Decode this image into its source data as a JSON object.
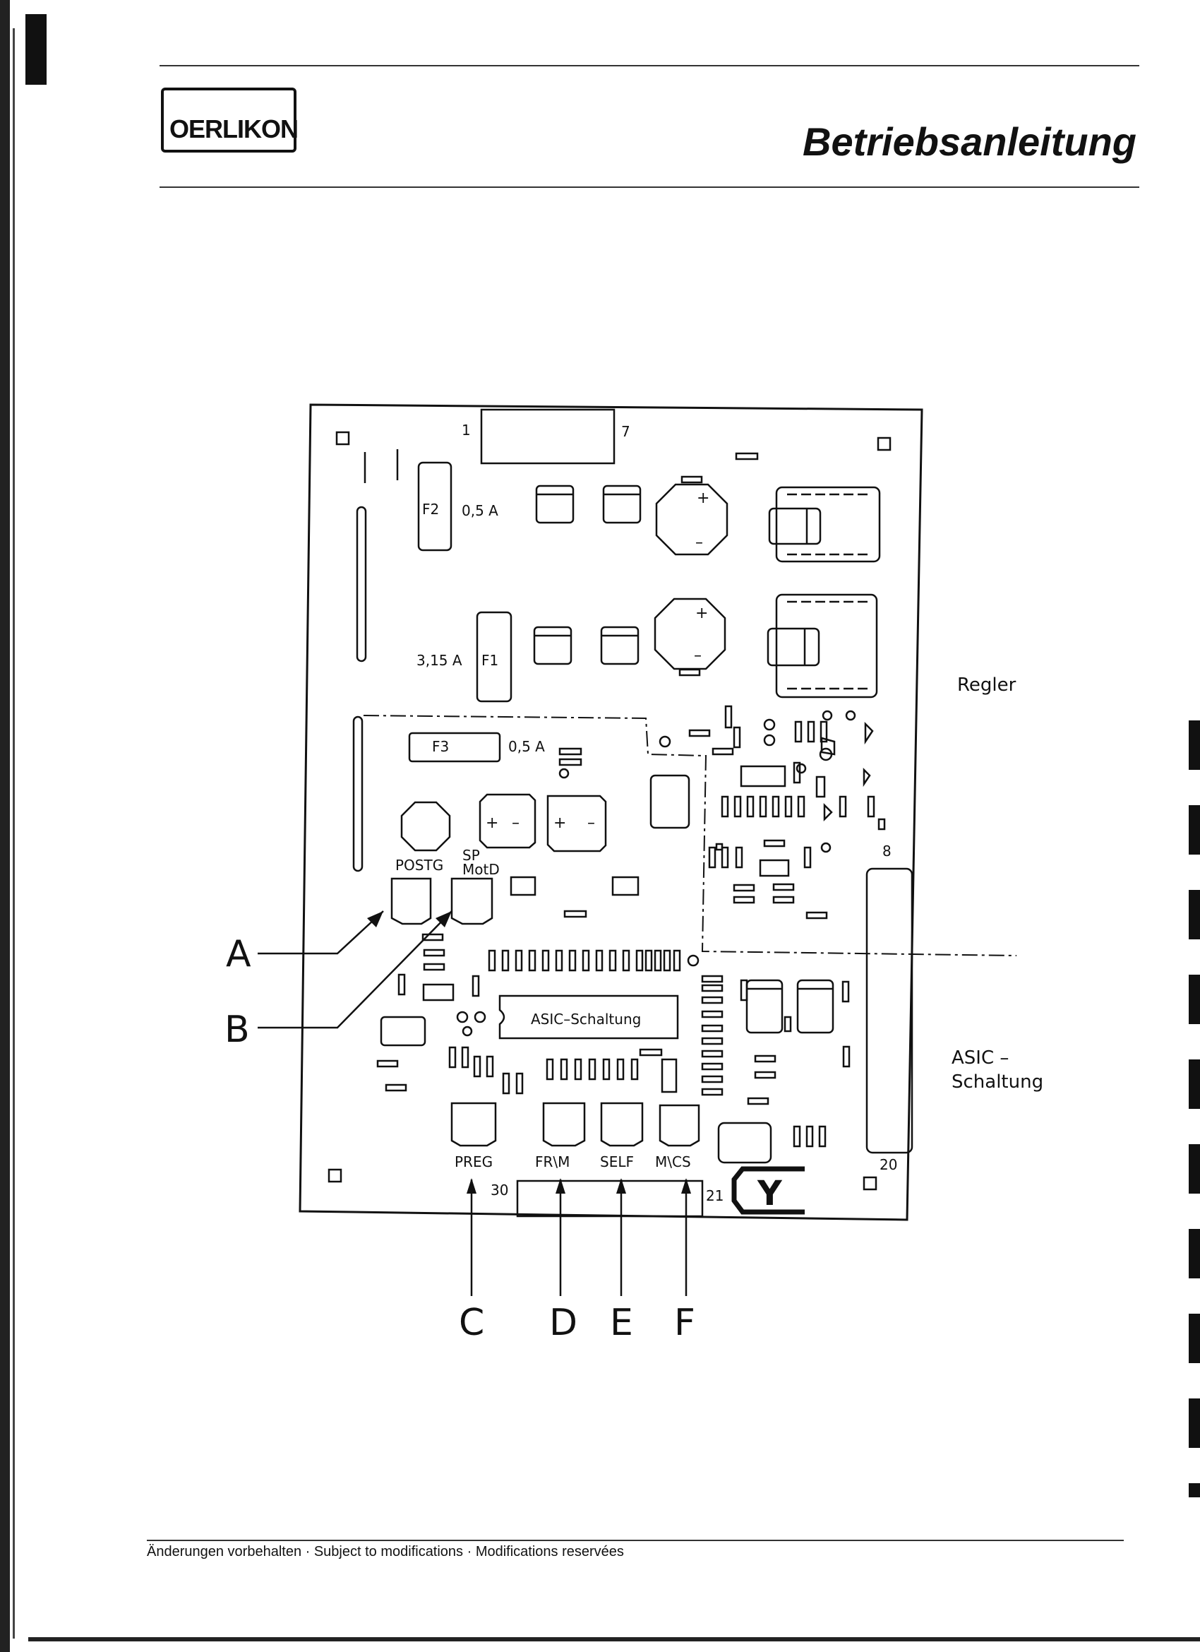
{
  "header": {
    "logo_text": "OERLIKON",
    "title": "Betriebsanleitung"
  },
  "footer": {
    "text": "Änderungen vorbehalten · Subject to modifications · Modifications reservées"
  },
  "diagram": {
    "board_labels": {
      "pin1": "1",
      "pin7": "7",
      "pin8": "8",
      "pin20": "20",
      "pin21": "21",
      "pin30": "30",
      "f2": "F2",
      "f2_rating": "0,5 A",
      "f1": "F1",
      "f1_rating": "3,15 A",
      "f3": "F3",
      "f3_rating": "0,5 A",
      "postg": "POSTG",
      "spmotd_line1": "SP",
      "spmotd_line2": "MotD",
      "asic_chip": "ASIC–Schaltung",
      "preg": "PREG",
      "frm": "FR\\M",
      "self": "SELF",
      "mcs": "M\\CS",
      "y_mark": "Y"
    },
    "side_labels": {
      "regler": "Regler",
      "asic_line1": "ASIC –",
      "asic_line2": "Schaltung"
    },
    "callouts": [
      "A",
      "B",
      "C",
      "D",
      "E",
      "F"
    ]
  }
}
